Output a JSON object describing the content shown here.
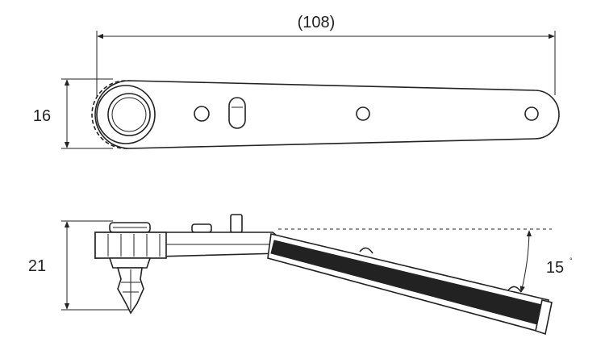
{
  "dimensions": {
    "length_label": "(108)",
    "width_label": "16",
    "height_label": "21",
    "angle_value": "15",
    "angle_unit": "°"
  },
  "colors": {
    "line": "#222222",
    "background": "#ffffff"
  }
}
